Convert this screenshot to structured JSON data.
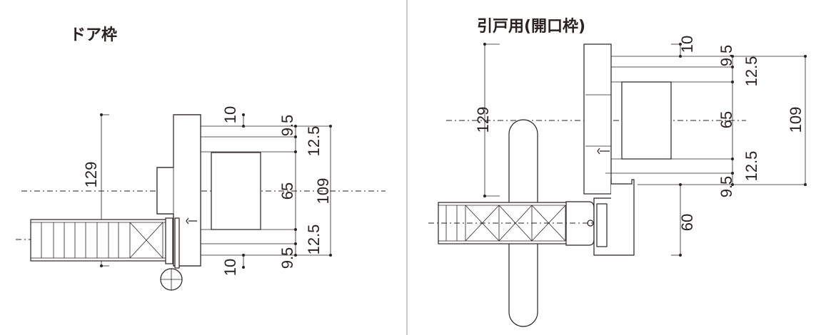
{
  "left_panel": {
    "title": "ドア枠",
    "dims": {
      "overall": "129",
      "top_10": "10",
      "top_9_5": "9.5",
      "top_12_5": "12.5",
      "stud": "65",
      "total": "109",
      "bot_12_5": "12.5",
      "bot_9_5": "9.5",
      "bot_10": "10"
    }
  },
  "right_panel": {
    "title": "引戸用(開口枠)",
    "dims": {
      "overall": "129",
      "top_10": "10",
      "top_9_5": "9.5",
      "top_12_5": "12.5",
      "stud": "65",
      "total": "109",
      "bot_12_5": "12.5",
      "bot_9_5": "9.5",
      "offset_60": "60"
    }
  }
}
